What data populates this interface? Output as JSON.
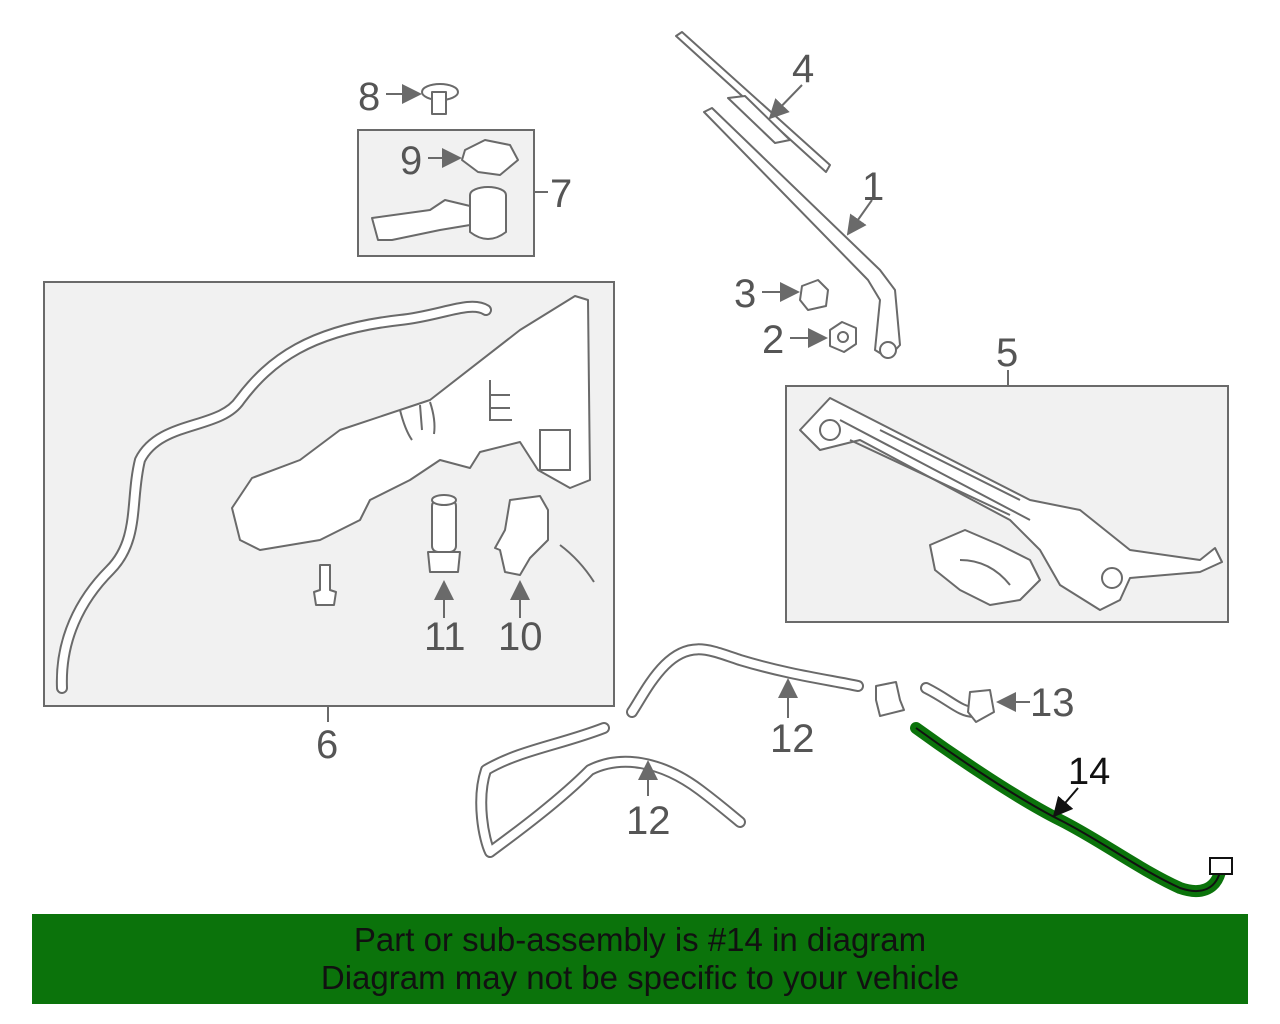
{
  "callouts": {
    "c1": "1",
    "c2": "2",
    "c3": "3",
    "c4": "4",
    "c5": "5",
    "c6": "6",
    "c7": "7",
    "c8": "8",
    "c9": "9",
    "c10": "10",
    "c11": "11",
    "c12a": "12",
    "c12b": "12",
    "c13": "13",
    "c14": "14"
  },
  "banner": {
    "line1": "Part or sub-assembly is #14 in diagram",
    "line2": "Diagram may not be specific to your vehicle"
  },
  "colors": {
    "banner": "#0b730b",
    "highlight_part": "#0b730b",
    "line_art": "#6a6a6a"
  }
}
